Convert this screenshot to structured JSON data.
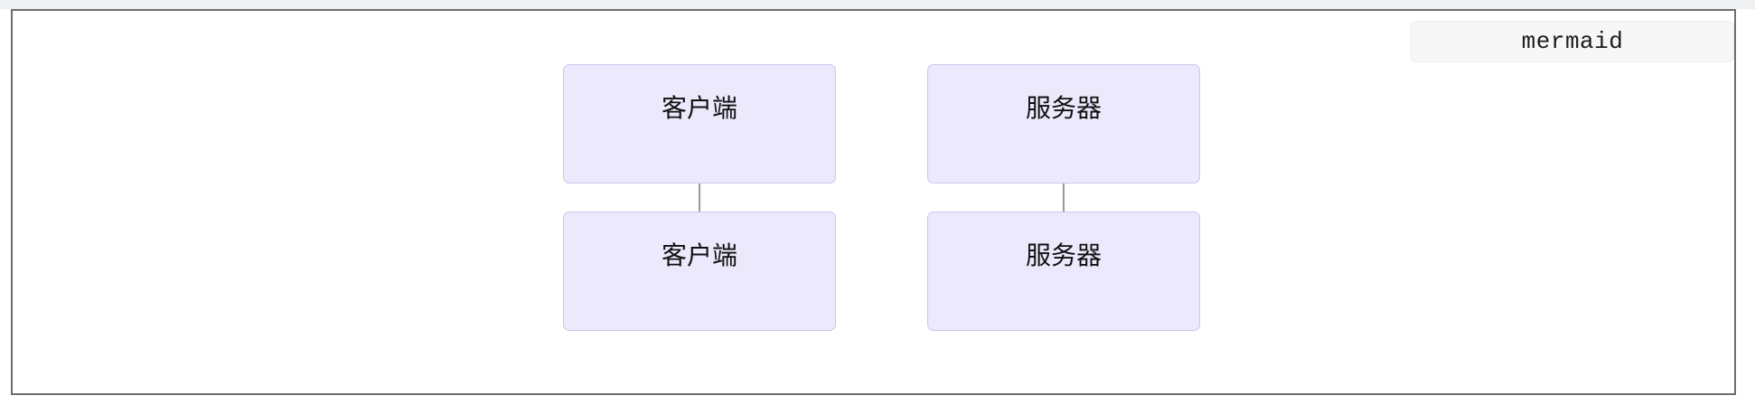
{
  "badge": {
    "label": "mermaid"
  },
  "diagram": {
    "nodes": [
      {
        "id": "client-top",
        "label": "客户端"
      },
      {
        "id": "server-top",
        "label": "服务器"
      },
      {
        "id": "client-bottom",
        "label": "客户端"
      },
      {
        "id": "server-bottom",
        "label": "服务器"
      }
    ],
    "edges": [
      {
        "from": "client-top",
        "to": "client-bottom"
      },
      {
        "from": "server-top",
        "to": "server-bottom"
      }
    ],
    "colors": {
      "node_fill": "#ebe9fb",
      "node_border": "#c9c7ef",
      "node_text": "#101010",
      "edge": "#999999",
      "frame_border": "#6e6e6e",
      "badge_fill": "#f7f7f7",
      "canvas": "#ffffff"
    }
  }
}
